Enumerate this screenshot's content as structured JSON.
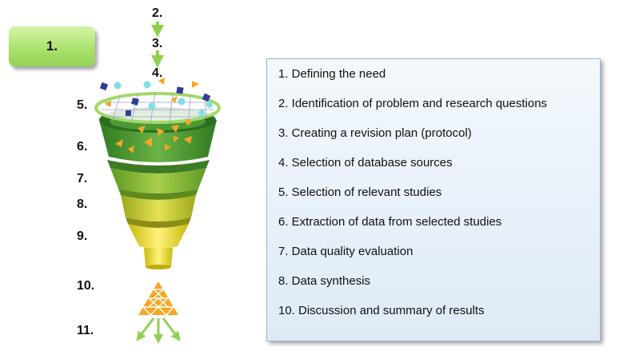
{
  "badge": {
    "label": "1."
  },
  "stage_numbers": {
    "n2": "2.",
    "n3": "3.",
    "n4": "4.",
    "n5": "5.",
    "n6": "6.",
    "n7": "7.",
    "n8": "8.",
    "n9": "9.",
    "n10": "10.",
    "n11": "11."
  },
  "legend": {
    "items": [
      "1.  Defining the need",
      "2. Identification of problem and research questions",
      "3. Creating a revision plan (protocol)",
      "4. Selection of database sources",
      "5. Selection of relevant studies",
      "6. Extraction of data from selected studies",
      "7. Data quality evaluation",
      "8. Data synthesis",
      "10. Discussion and summary of results"
    ]
  },
  "colors": {
    "badge_green": "#a9e06a",
    "arrow_green": "#8fd14f",
    "funnel_dark_green": "#3f8e2f",
    "funnel_yellow": "#e6dd1e",
    "triangle_orange": "#f5a623",
    "square_blue": "#2e3f9a",
    "circle_cyan": "#7fe0e6",
    "legend_border": "#9cb6d2"
  }
}
